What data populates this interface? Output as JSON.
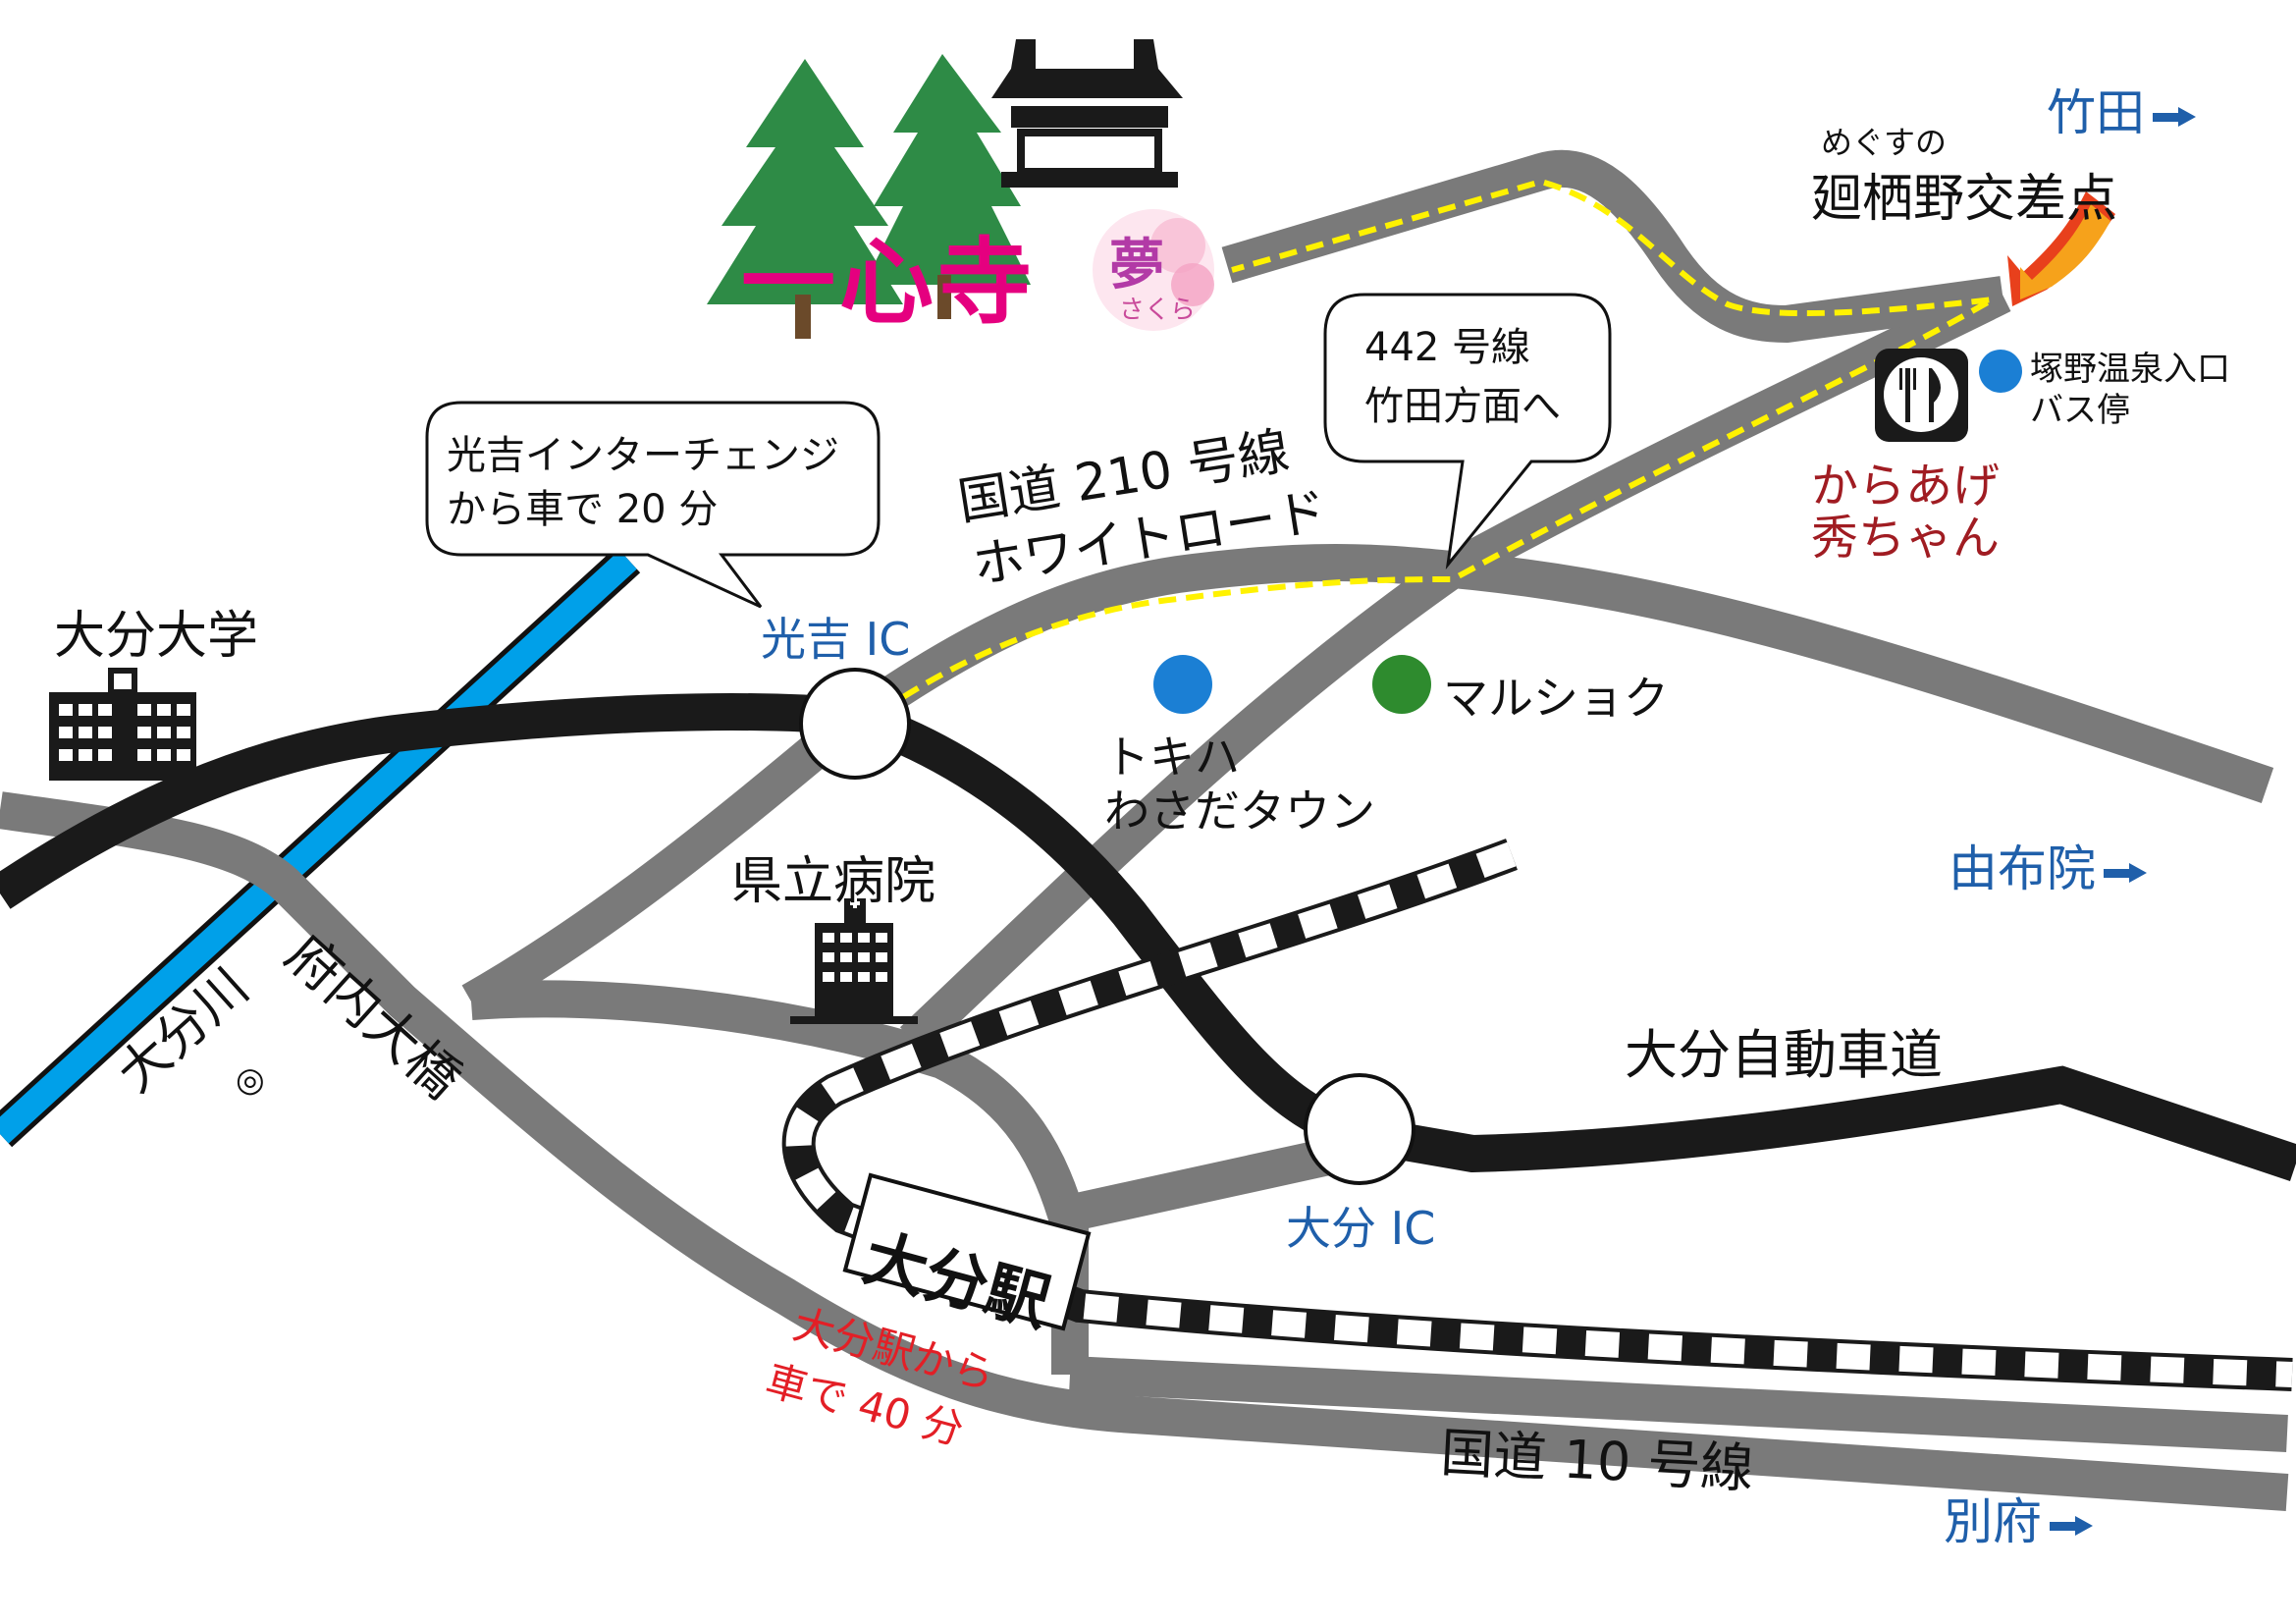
{
  "brand": {
    "name": "一心寺",
    "sub_kanji": "夢",
    "sub_kana": "さくら",
    "color": "#e5007f"
  },
  "callouts": {
    "mitsuyoshi": [
      "光吉インターチェンジ",
      "から車で 20 分"
    ],
    "route442": [
      "442 号線",
      "竹田方面へ"
    ]
  },
  "roads": {
    "route210": [
      "国道 210 号線",
      "ホワイトロード"
    ],
    "expressway": "大分自動車道",
    "route10": "国道 10 号線",
    "funai_bridge": "府内大橋",
    "river": "大分川"
  },
  "places": {
    "mitsuyoshi_ic": "光吉 IC",
    "oita_ic": "大分 IC",
    "oita_univ": "大分大学",
    "pref_hospital": "県立病院",
    "tokiwa": [
      "トキハ",
      "わさだタウン"
    ],
    "marushoku": "マルショク",
    "oita_station": "大分駅",
    "station_note": [
      "大分駅から",
      "車で 40 分"
    ],
    "intersection_ruby": "めぐすの",
    "intersection": "廻栖野交差点",
    "bus_stop": [
      "塚野温泉入口",
      "バス停"
    ],
    "restaurant": [
      "からあげ",
      "秀ちゃん"
    ],
    "landmark_symbol": "◎"
  },
  "directions": {
    "taketa": "竹田",
    "yufuin": "由布院",
    "beppu": "別府"
  },
  "colors": {
    "road_gray": "#7a7a7a",
    "expressway": "#1a1a1a",
    "river": "#00a0e9",
    "route_dash": "#fff200",
    "direction_blue": "#1f5faa",
    "bus_stop": "#1b7fd4",
    "marushoku": "#2e8b2e"
  }
}
